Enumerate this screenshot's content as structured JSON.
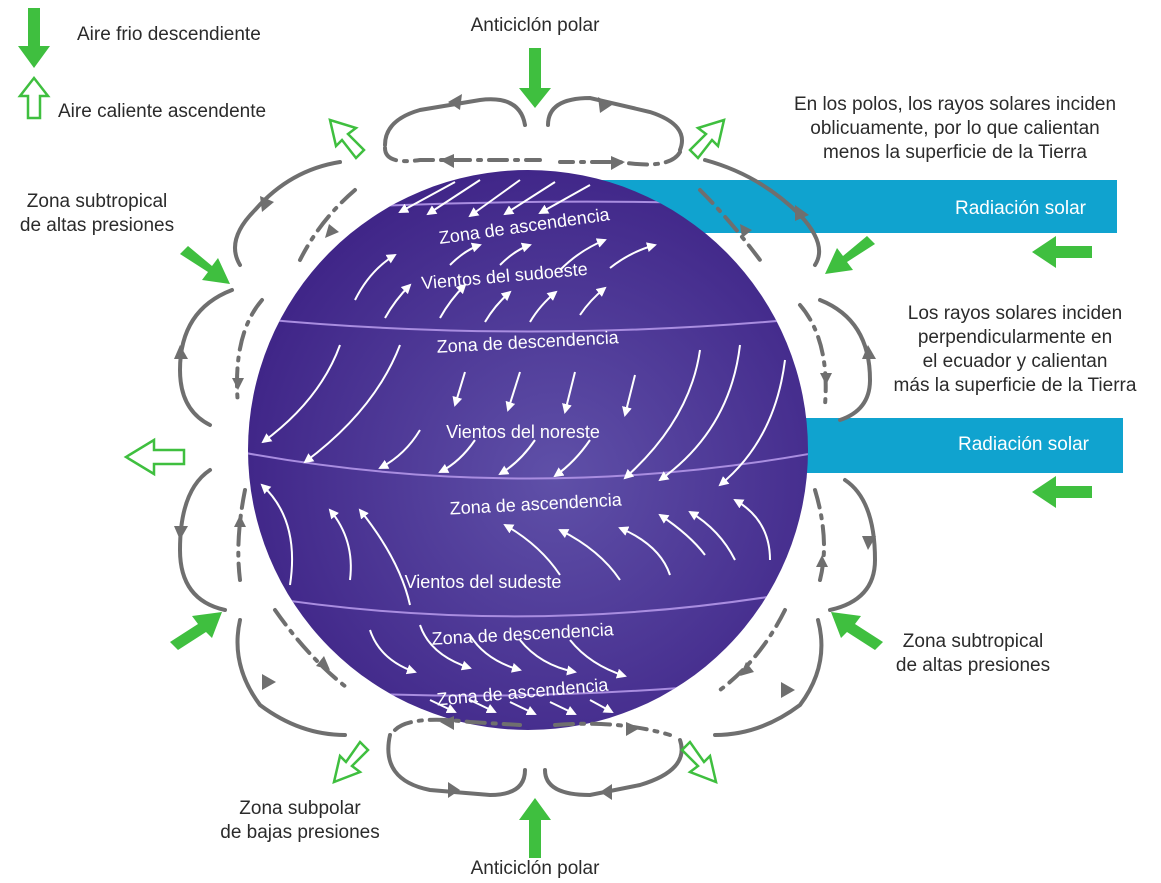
{
  "legend": {
    "cold_air": "Aire frio descendiente",
    "warm_air": "Aire caliente ascendente"
  },
  "top_label": "Anticiclón polar",
  "bottom_label": "Anticiclón polar",
  "left_upper_label": [
    "Zona subtropical",
    "de altas presiones"
  ],
  "right_lower_label": [
    "Zona subtropical",
    "de altas presiones"
  ],
  "bottom_left_label": [
    "Zona subpolar",
    "de bajas presiones"
  ],
  "note_poles": [
    "En los polos, los rayos solares inciden",
    "oblicuamente, por lo que calientan",
    "menos la superficie de la Tierra"
  ],
  "note_equator": [
    "Los rayos solares inciden",
    "perpendicularmente en",
    "el ecuador y calientan",
    "más la superficie de la Tierra"
  ],
  "beam_top": "Radiación solar",
  "beam_equator": "Radiación solar",
  "globe": {
    "zone_1": "Zona de ascendencia",
    "winds_1": "Vientos del sudoeste",
    "zone_2": "Zona de descendencia",
    "winds_2": "Vientos del noreste",
    "zone_3": "Zona de ascendencia",
    "winds_3": "Vientos del sudeste",
    "zone_4": "Zona de descendencia",
    "zone_5": "Zona de ascendencia"
  },
  "colors": {
    "globe": "#4b2a8e",
    "beam": "#10a3cf",
    "arrow_green": "#3fbf3f",
    "cell_gray": "#6f6f6f"
  }
}
